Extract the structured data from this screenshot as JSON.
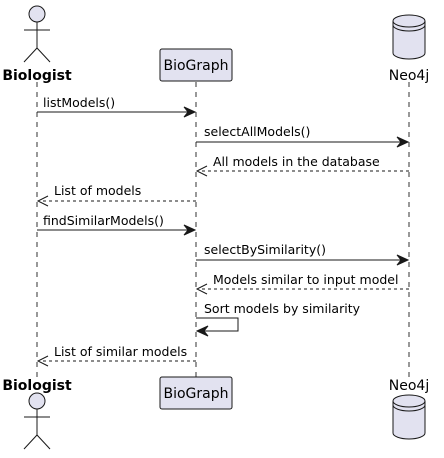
{
  "diagram": {
    "type": "sequence",
    "participants": [
      {
        "id": "biologist",
        "label": "Biologist",
        "kind": "actor"
      },
      {
        "id": "biograph",
        "label": "BioGraph",
        "kind": "participant"
      },
      {
        "id": "neo4j",
        "label": "Neo4j",
        "kind": "database"
      }
    ],
    "messages": [
      {
        "from": "biologist",
        "to": "biograph",
        "label": "listModels()",
        "style": "sync"
      },
      {
        "from": "biograph",
        "to": "neo4j",
        "label": "selectAllModels()",
        "style": "sync"
      },
      {
        "from": "neo4j",
        "to": "biograph",
        "label": "All models in the database",
        "style": "reply"
      },
      {
        "from": "biograph",
        "to": "biologist",
        "label": "List of models",
        "style": "reply"
      },
      {
        "from": "biologist",
        "to": "biograph",
        "label": "findSimilarModels()",
        "style": "sync"
      },
      {
        "from": "biograph",
        "to": "neo4j",
        "label": "selectBySimilarity()",
        "style": "sync"
      },
      {
        "from": "neo4j",
        "to": "biograph",
        "label": "Models similar to input model",
        "style": "reply"
      },
      {
        "from": "biograph",
        "to": "biograph",
        "label": "Sort models by similarity",
        "style": "self"
      },
      {
        "from": "biograph",
        "to": "biologist",
        "label": "List of similar models",
        "style": "reply"
      }
    ]
  }
}
